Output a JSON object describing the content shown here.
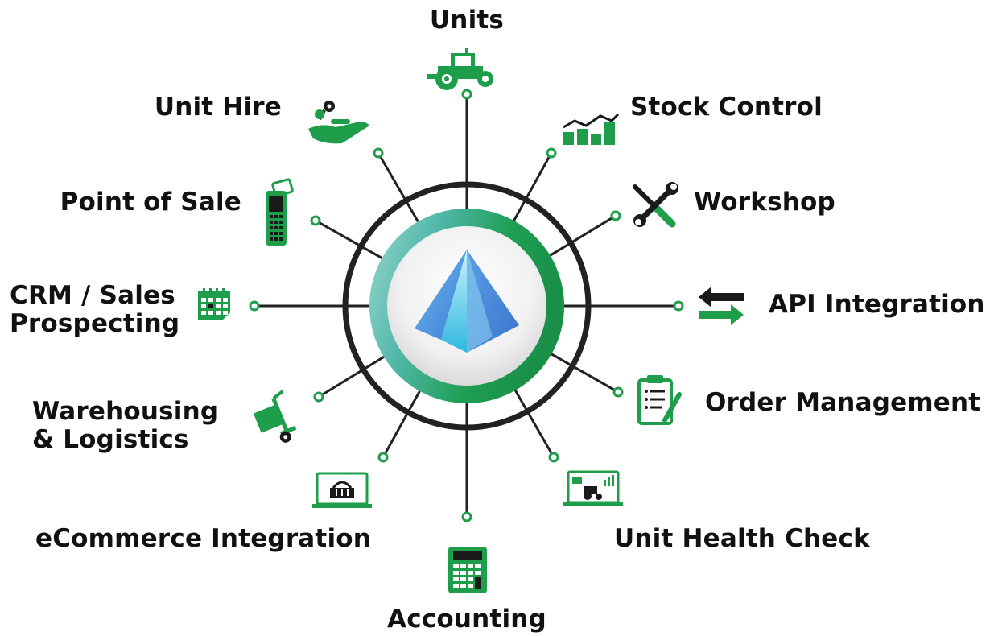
{
  "colors": {
    "green": "#1e9e4a",
    "dark": "#1a1a1a",
    "outer_ring": "#222222",
    "inner_ring_light": "#8fd0c8",
    "inner_ring_green": "#1f9e55",
    "logo_blue": "#4a90e2",
    "logo_cyan": "#35c3e6"
  },
  "center": {
    "icon": "triangle-prism-logo"
  },
  "modules": [
    {
      "id": "units",
      "label": "Units",
      "icon": "tractor-icon"
    },
    {
      "id": "stock-control",
      "label": "Stock Control",
      "icon": "bar-trend-chart-icon"
    },
    {
      "id": "workshop",
      "label": "Workshop",
      "icon": "wrench-screwdriver-icon"
    },
    {
      "id": "api-integration",
      "label": "API Integration",
      "icon": "swap-arrows-icon"
    },
    {
      "id": "order-management",
      "label": "Order Management",
      "icon": "clipboard-pen-icon"
    },
    {
      "id": "unit-health-check",
      "label": "Unit Health Check",
      "icon": "laptop-tractor-icon"
    },
    {
      "id": "accounting",
      "label": "Accounting",
      "icon": "calculator-icon"
    },
    {
      "id": "ecommerce-integration",
      "label": "eCommerce Integration",
      "icon": "laptop-basket-icon"
    },
    {
      "id": "warehousing-logistics",
      "label_lines": [
        "Warehousing",
        "& Logistics"
      ],
      "icon": "hand-truck-icon"
    },
    {
      "id": "crm-sales",
      "label_lines": [
        "CRM / Sales",
        "Prospecting"
      ],
      "icon": "calendar-icon"
    },
    {
      "id": "point-of-sale",
      "label": "Point of Sale",
      "icon": "card-terminal-icon"
    },
    {
      "id": "unit-hire",
      "label": "Unit Hire",
      "icon": "hand-key-icon"
    }
  ]
}
